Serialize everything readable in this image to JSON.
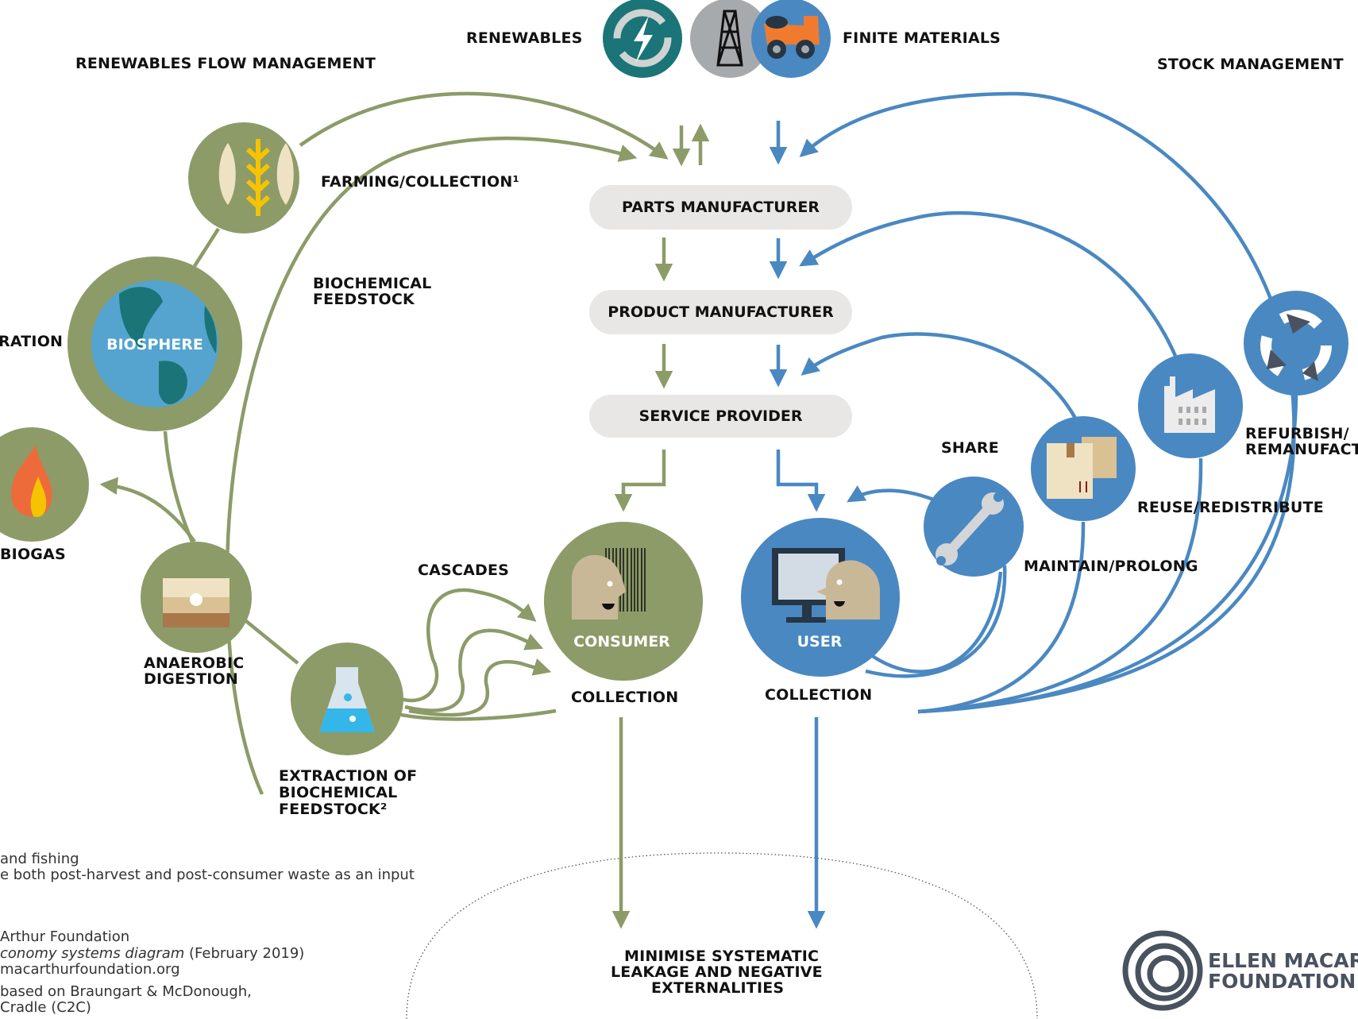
{
  "colors": {
    "green": "#8c9b68",
    "blue": "#4a88c2",
    "teal": "#1b7477",
    "gray_source": "#a7aaad",
    "box_fill": "#e8e7e5",
    "logo": "#4a5260"
  },
  "header": {
    "renewables_label": "RENEWABLES",
    "finite_label": "FINITE MATERIALS",
    "left_title": "RENEWABLES FLOW MANAGEMENT",
    "right_title": "STOCK MANAGEMENT",
    "icons": [
      "renewable-energy-icon",
      "oil-rig-icon",
      "mining-truck-icon"
    ]
  },
  "value_chain": [
    {
      "label": "PARTS MANUFACTURER"
    },
    {
      "label": "PRODUCT MANUFACTURER"
    },
    {
      "label": "SERVICE PROVIDER"
    }
  ],
  "biological_cycle": {
    "farming_label": "FARMING/COLLECTION¹",
    "biochemical_feedstock_label_1": "BIOCHEMICAL",
    "biochemical_feedstock_label_2": "FEEDSTOCK",
    "biosphere_label": "BIOSPHERE",
    "regeneration_label_partial": "RATION",
    "biogas_label": "BIOGAS",
    "anaerobic_label_1": "ANAEROBIC",
    "anaerobic_label_2": "DIGESTION",
    "extraction_label_1": "EXTRACTION OF",
    "extraction_label_2": "BIOCHEMICAL",
    "extraction_label_3": "FEEDSTOCK²",
    "cascades_label": "CASCADES",
    "consumer_label": "CONSUMER",
    "collection_label": "COLLECTION"
  },
  "technical_cycle": {
    "user_label": "USER",
    "collection_label": "COLLECTION",
    "share_label": "SHARE",
    "maintain_label": "MAINTAIN/PROLONG",
    "reuse_label": "REUSE/REDISTRIBUTE",
    "refurbish_label_1": "REFURBISH/",
    "refurbish_label_2": "REMANUFACT"
  },
  "leakage": {
    "line1": "MINIMISE SYSTEMATIC",
    "line2": "LEAKAGE AND NEGATIVE",
    "line3": "EXTERNALITIES"
  },
  "footnotes": {
    "note1": "and fishing",
    "note2": "e both post-harvest and post-consumer waste as an input",
    "source1": "Arthur Foundation",
    "source2_italic": "conomy systems diagram",
    "source2_rest": " (February 2019)",
    "source3": "macarthurfoundation.org",
    "source4": "based on Braungart & McDonough,",
    "source5": "Cradle (C2C)"
  },
  "logo": {
    "line1": "ELLEN MACAR",
    "line2": "FOUNDATION"
  }
}
